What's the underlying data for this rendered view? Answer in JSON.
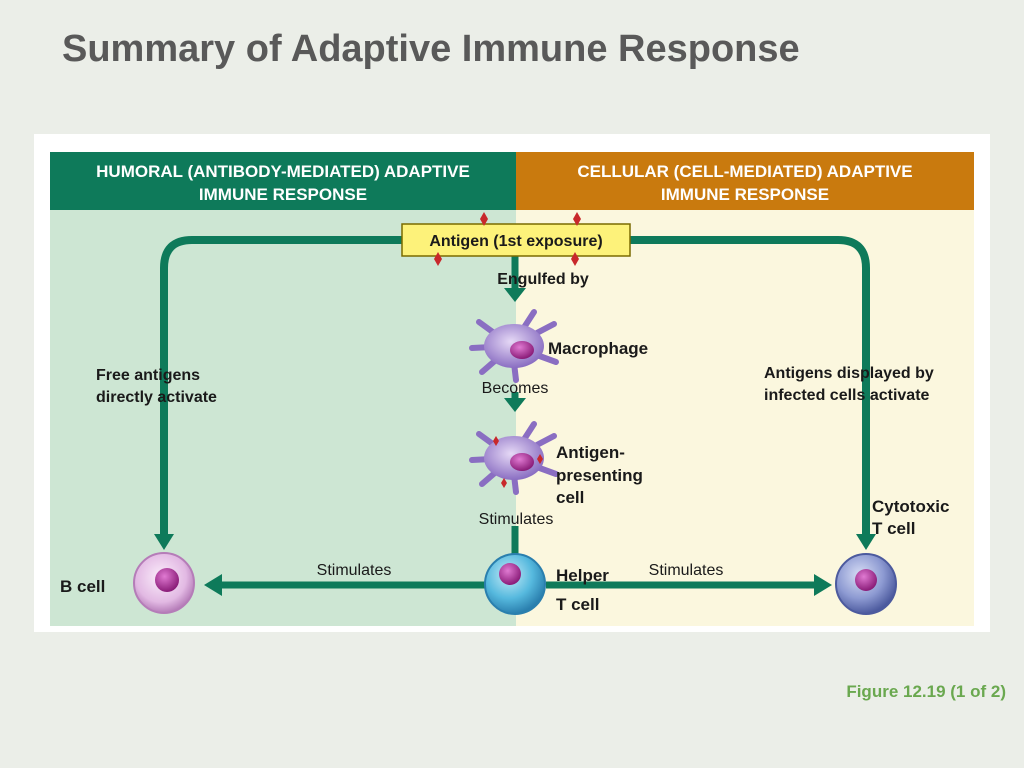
{
  "slide": {
    "title": "Summary of Adaptive Immune Response",
    "caption": "Figure 12.19 (1 of 2)"
  },
  "diagram": {
    "humoral_header": [
      "HUMORAL (ANTIBODY-MEDIATED) ADAPTIVE",
      "IMMUNE RESPONSE"
    ],
    "cellular_header": [
      "CELLULAR (CELL-MEDIATED) ADAPTIVE",
      "IMMUNE RESPONSE"
    ],
    "antigen_box": "Antigen (1st exposure)",
    "engulfed_by": "Engulfed by",
    "macrophage": "Macrophage",
    "becomes": "Becomes",
    "apc": [
      "Antigen-",
      "presenting",
      "cell"
    ],
    "stimulates_center": "Stimulates",
    "free_antigens": [
      "Free antigens",
      "directly activate"
    ],
    "antigens_displayed": [
      "Antigens displayed by",
      "infected cells activate"
    ],
    "b_cell": "B cell",
    "helper_t": [
      "Helper",
      "T cell"
    ],
    "cytotoxic_t": [
      "Cytotoxic",
      "T cell"
    ],
    "stimulates_left": "Stimulates",
    "stimulates_right": "Stimulates"
  },
  "colors": {
    "humoral_header": "#0e7a5a",
    "cellular_header": "#c97a0e",
    "humoral_bg": "#cde6d3",
    "cellular_bg": "#fbf7de",
    "arrow": "#0e7a5a",
    "antigen_box": "#fdf27a"
  }
}
